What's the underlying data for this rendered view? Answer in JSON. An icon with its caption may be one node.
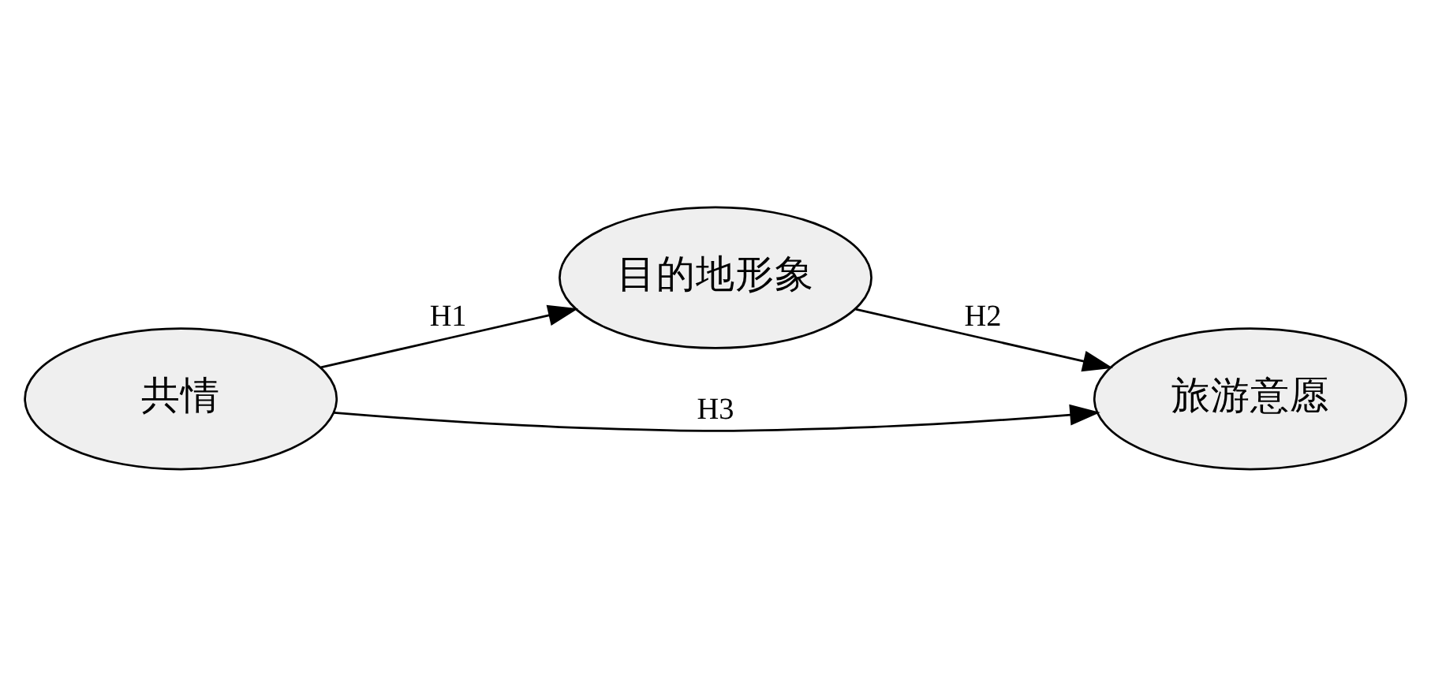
{
  "diagram": {
    "nodes": [
      {
        "text": [
          "共情"
        ]
      },
      {
        "text": [
          "目的地形象"
        ]
      },
      {
        "text": [
          "旅游意愿"
        ]
      }
    ],
    "edges": [
      {
        "from": 0,
        "to": 1,
        "arrow": "to",
        "label": "H1"
      },
      {
        "from": 1,
        "to": 2,
        "arrow": "to",
        "label": "H2"
      },
      {
        "from": 0,
        "to": 2,
        "arrow": "to",
        "label": "H3"
      }
    ]
  }
}
